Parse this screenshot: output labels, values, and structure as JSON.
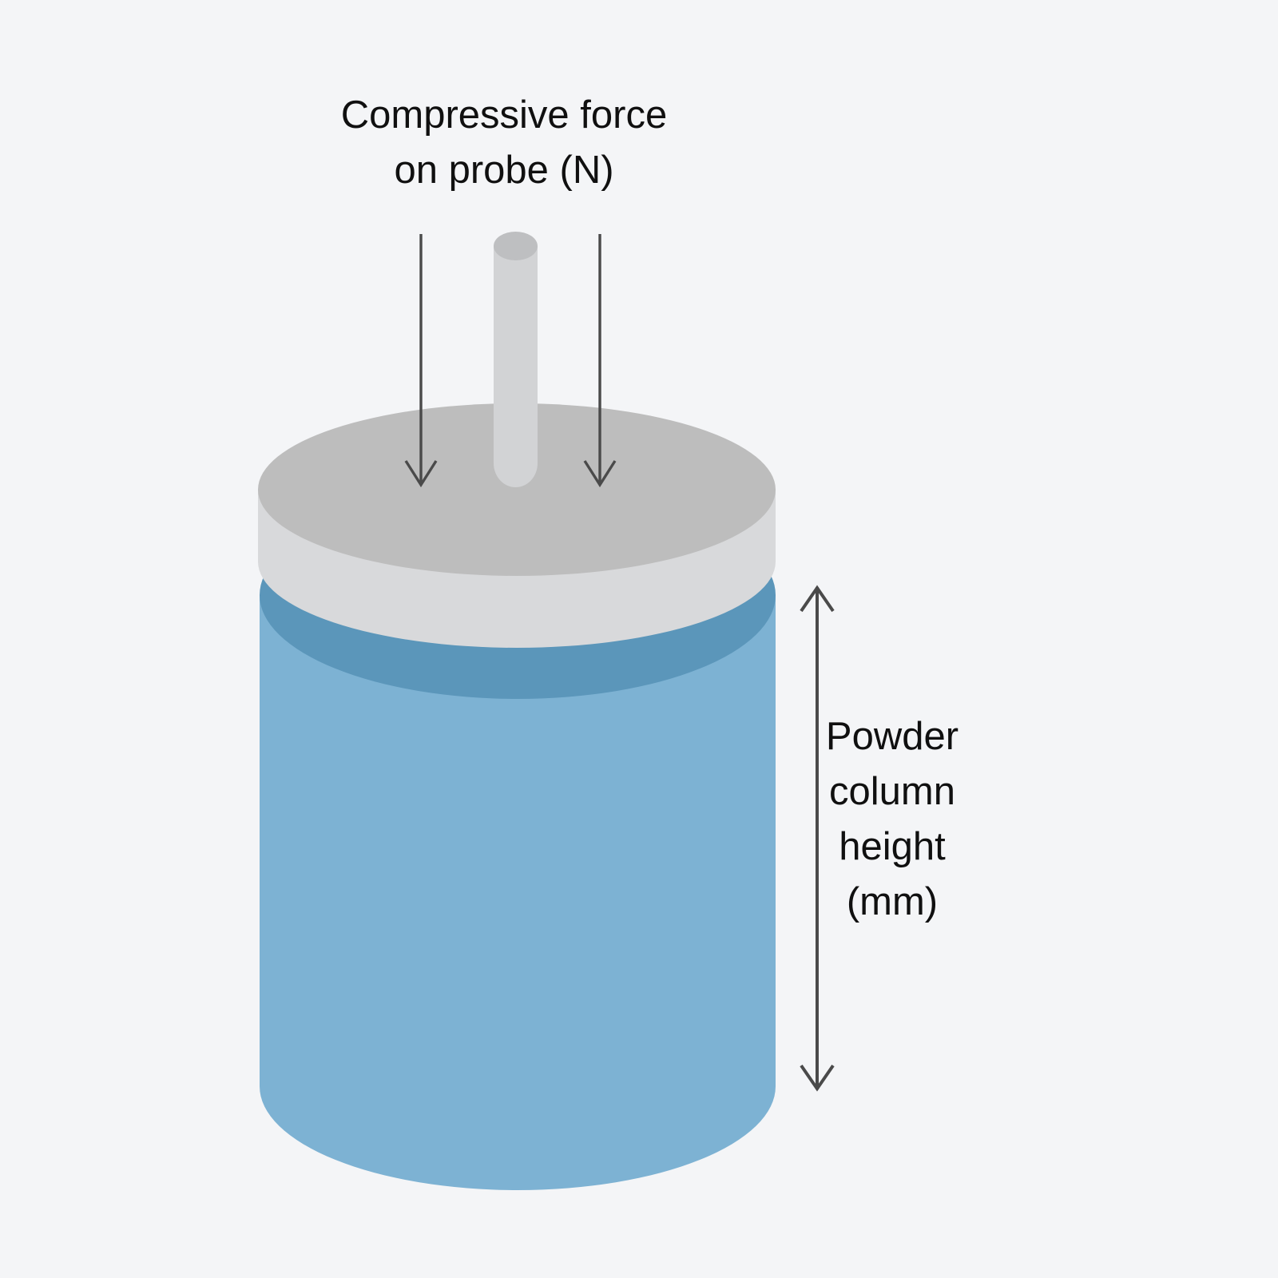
{
  "figure": {
    "background_color": "#f4f5f7",
    "title_label": {
      "lines": [
        "Compressive force",
        "on probe (N)"
      ],
      "line1": "Compressive force",
      "line2": "on probe (N)",
      "color": "#101010"
    },
    "height_label": {
      "lines": [
        "Powder",
        "column",
        "height",
        "(mm)"
      ],
      "line1": "Powder",
      "line2": "column",
      "line3": "height",
      "line4": "(mm)",
      "color": "#101010"
    }
  },
  "colors": {
    "powder_body": "#7db2d3",
    "powder_top": "#5b96ba",
    "disc_top": "#bdbdbd",
    "disc_side": "#d8d9db",
    "probe_body": "#d2d3d5",
    "probe_cap": "#bebfc1",
    "arrow": "#4a4a4a",
    "dimension_line": "#4a4a4a"
  },
  "elements": {
    "probe_rod_name": "probe-rod",
    "compression_disc_name": "compression-disc",
    "powder_cylinder_name": "powder-cylinder",
    "force_arrow_left_name": "force-arrow-left",
    "force_arrow_right_name": "force-arrow-right",
    "dimension_arrow_name": "powder-height-dimension-arrow"
  }
}
